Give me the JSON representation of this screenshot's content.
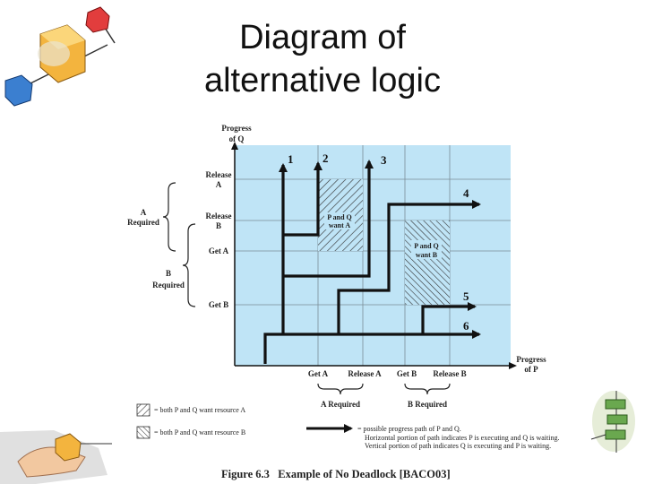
{
  "slide": {
    "title_line1": "Diagram of",
    "title_line2": "alternative logic"
  },
  "diagram": {
    "axis_q": {
      "line1": "Progress",
      "line2": "of Q"
    },
    "axis_p": {
      "line1": "Progress",
      "line2": "of P"
    },
    "q_ticks": [
      {
        "line1": "Release",
        "line2": "A"
      },
      {
        "line1": "Release",
        "line2": "B"
      },
      {
        "line1": "Get A",
        "line2": ""
      },
      {
        "line1": "Get B",
        "line2": ""
      }
    ],
    "p_ticks": [
      "Get A",
      "Release A",
      "Get B",
      "Release B"
    ],
    "a_required_left": {
      "line1": "A",
      "line2": "Required"
    },
    "b_required_left": {
      "line1": "B",
      "line2": "Required"
    },
    "a_required_bottom": "A Required",
    "b_required_bottom": "B Required",
    "region_a": {
      "line1": "P and Q",
      "line2": "want A"
    },
    "region_b": {
      "line1": "P and Q",
      "line2": "want B"
    },
    "paths": [
      "1",
      "2",
      "3",
      "4",
      "5",
      "6"
    ],
    "legend": {
      "hatch_a": "= both P and Q want resource A",
      "hatch_b": "= both P and Q want resource B",
      "arrow_line1": "= possible progress path of P and Q.",
      "arrow_line2": "Horizontal portion of path indicates P is executing and Q is waiting.",
      "arrow_line3": "Vertical portion of path indicates Q is executing and P is waiting."
    },
    "caption": "Figure 6.3   Example of No Deadlock [BACO03]"
  },
  "colors": {
    "plot_bg": "#bfe4f6",
    "grid": "#7a8c96",
    "path": "#111111"
  },
  "icons": [
    "cube-cluster-icon",
    "hand-cube-icon",
    "stacked-blocks-icon"
  ]
}
